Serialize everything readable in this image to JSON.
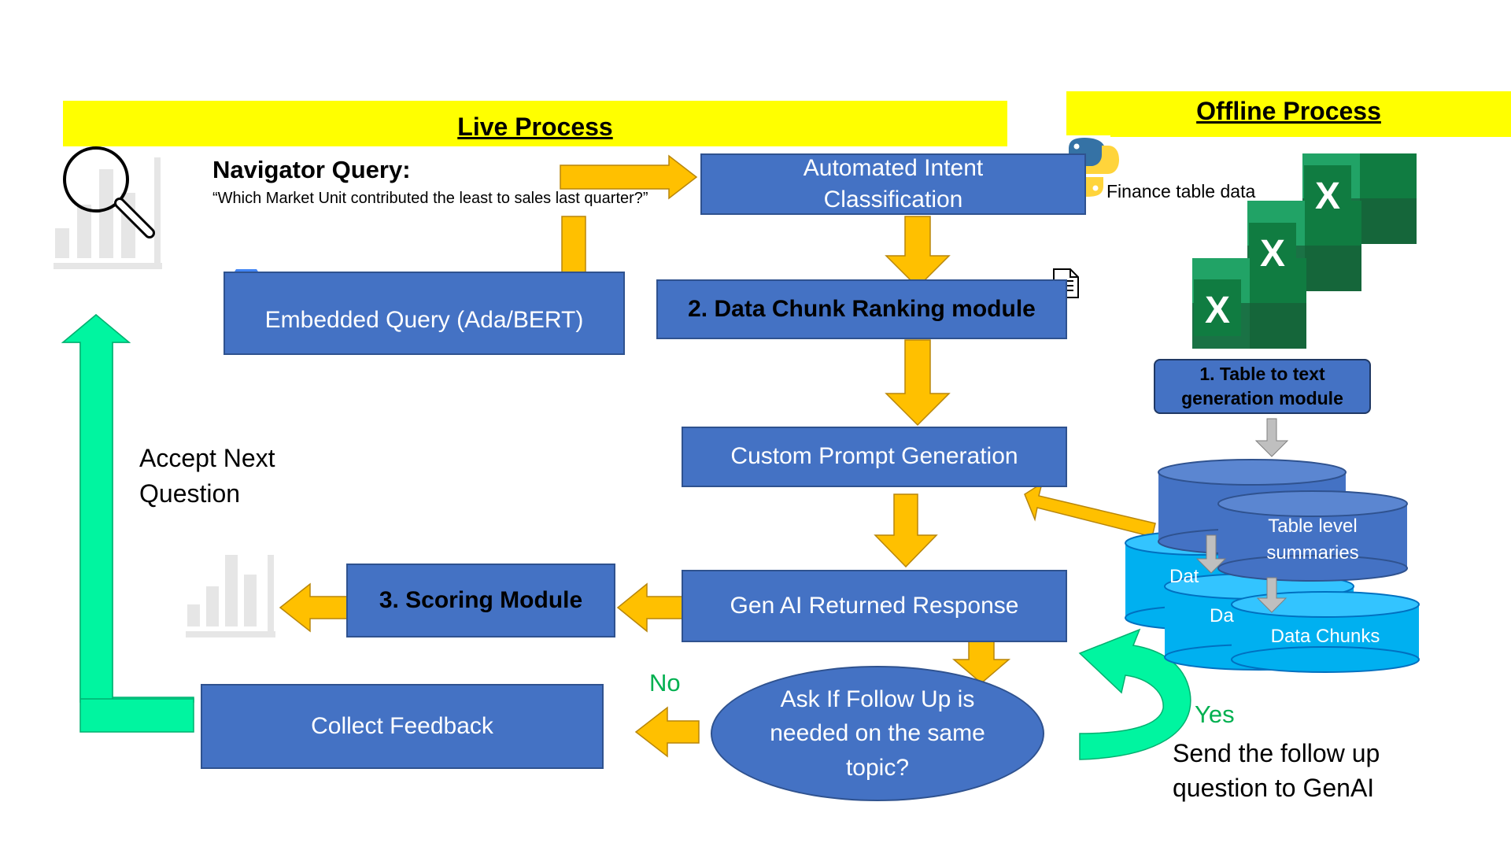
{
  "banners": {
    "live": "Live Process",
    "offline": "Offline Process"
  },
  "query": {
    "title": "Navigator Query:",
    "text": "“Which Market Unit contributed the least to sales last quarter?”"
  },
  "boxes": {
    "intent": "Automated Intent Classification",
    "embedded": "Embedded Query (Ada/BERT)",
    "ranking": "2. Data Chunk Ranking module",
    "prompt": "Custom Prompt Generation",
    "response": "Gen AI Returned Response",
    "scoring": "3. Scoring Module",
    "feedback": "Collect Feedback",
    "followup": "Ask If Follow Up is needed on the same topic?",
    "table_to_text": "1. Table to text generation module"
  },
  "labels": {
    "accept_next": "Accept Next Question",
    "finance_data": "Finance table data",
    "no": "No",
    "yes": "Yes",
    "send_followup": "Send the follow up question to GenAI"
  },
  "databases": {
    "table_summaries": "Table level summaries",
    "data_chunks": "Data Chunks",
    "partial_1": "Dat",
    "partial_2": "Da"
  },
  "icons": {
    "excel_letter": "X"
  },
  "colors": {
    "box_fill": "#4472c4",
    "arrow_orange": "#ffc000",
    "arrow_green": "#00f5a0",
    "banner_yellow": "#ffff00",
    "db_light": "#00b0f0",
    "excel_green": "#107c41"
  }
}
